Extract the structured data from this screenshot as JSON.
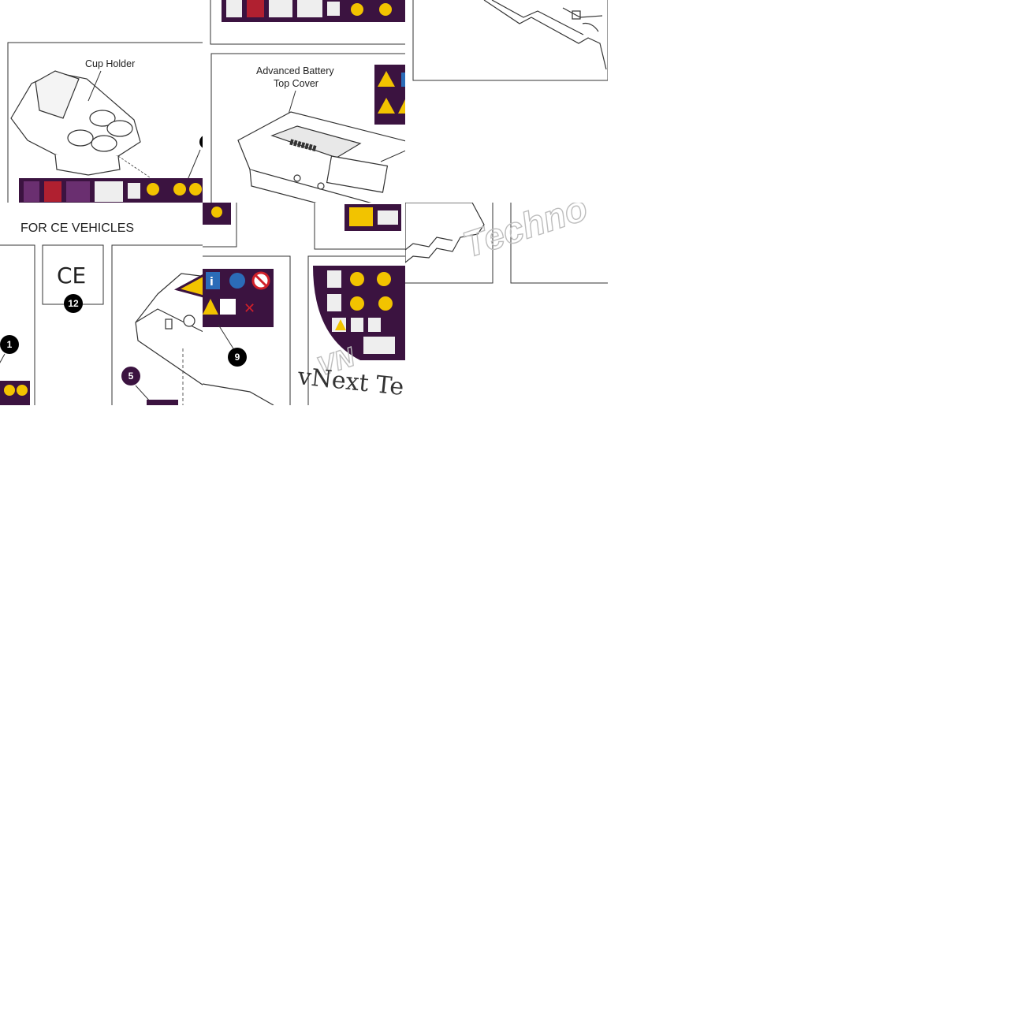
{
  "labels": {
    "cup_holder": "Cup Holder",
    "battery_cover_line1": "Advanced Battery",
    "battery_cover_line2": "Top Cover",
    "ce_heading": "FOR CE VEHICLES",
    "ce_mark": "CE"
  },
  "callouts": {
    "c1": "1",
    "c5": "5",
    "c9": "9",
    "c12": "12"
  },
  "watermark": {
    "brand_fragment": "Techno",
    "brand_text": "vNext Te",
    "vn_fragment": "VN"
  },
  "colors": {
    "decal_background": "#3b1340",
    "decal_yellow": "#f2c300",
    "decal_red": "#d0202a",
    "decal_blue": "#2b6cb8",
    "callout_fill": "#000000",
    "callout_fill_5": "#3b1340",
    "line": "#333333"
  }
}
